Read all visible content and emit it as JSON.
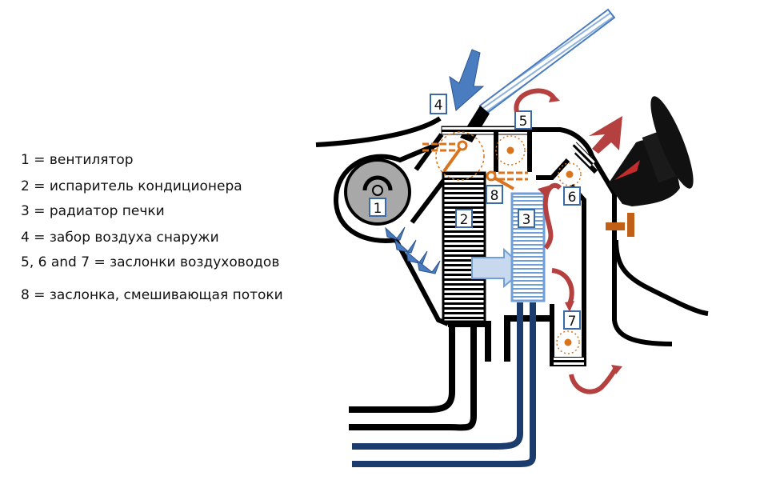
{
  "legend": [
    {
      "key": "1",
      "text": "1 = вентилятор"
    },
    {
      "key": "2",
      "text": "2 = испаритель кондиционера"
    },
    {
      "key": "3",
      "text": "3 = радиатор печки"
    },
    {
      "key": "4",
      "text": "4 = забор воздуха снаружи"
    },
    {
      "key": "5,6,7",
      "text": "5, 6 and 7 = заслонки воздуховодов"
    },
    {
      "key": "8",
      "text": "8 = заслонка, смешивающая потоки"
    }
  ],
  "labels": {
    "fan": "1",
    "evaporator": "2",
    "heater_core": "3",
    "intake": "4",
    "flap5": "5",
    "flap6": "6",
    "flap7": "7",
    "mix_flap": "8"
  },
  "colors": {
    "duct": "#000000",
    "cold_air": "#4a7cc0",
    "heater_core": "#6f9fd8",
    "flap": "#d9731c",
    "hot_air": "#b4413f",
    "coolant_pipe": "#1c3c6e",
    "fan": "#a8a8a8"
  }
}
